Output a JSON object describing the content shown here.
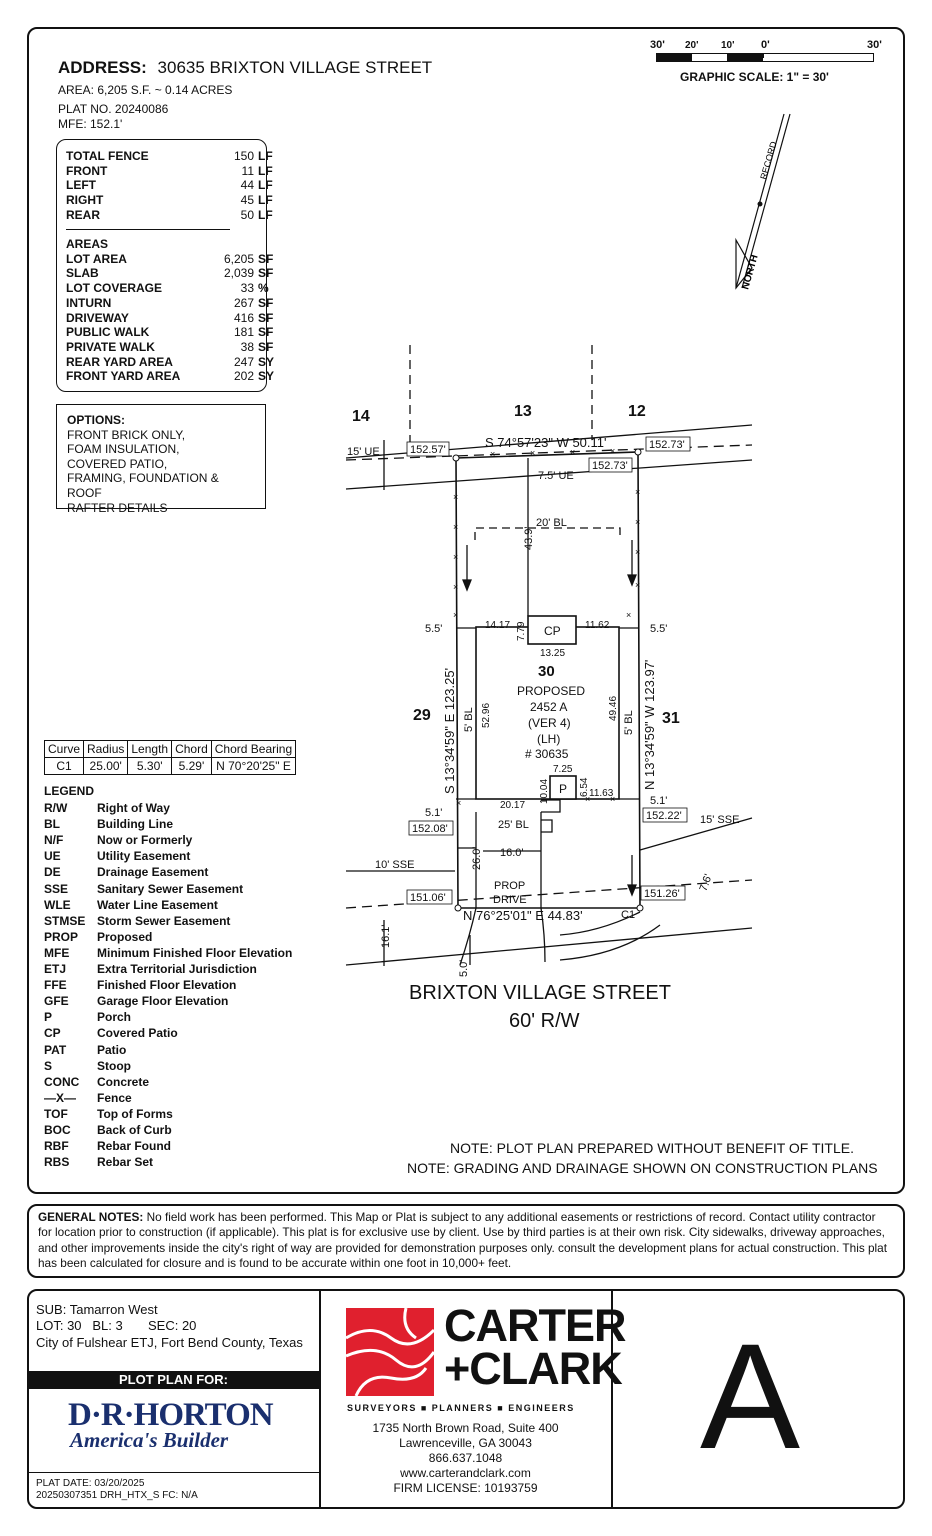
{
  "header": {
    "address_label": "ADDRESS:",
    "address_value": "30635 BRIXTON VILLAGE STREET",
    "area": "AREA: 6,205 S.F. ~ 0.14 ACRES",
    "plat_no": "PLAT NO. 20240086",
    "mfe": "MFE: 152.1'"
  },
  "scale": {
    "ticks": [
      "30'",
      "20'",
      "10'",
      "0'",
      "30'"
    ],
    "label": "GRAPHIC SCALE: 1\" = 30'"
  },
  "north_arrow": {
    "record": "RECORD",
    "north": "NORTH"
  },
  "fence_table": [
    {
      "label": "TOTAL FENCE",
      "value": "150",
      "unit": "LF"
    },
    {
      "label": "FRONT",
      "value": "11",
      "unit": "LF"
    },
    {
      "label": "LEFT",
      "value": "44",
      "unit": "LF"
    },
    {
      "label": "RIGHT",
      "value": "45",
      "unit": "LF"
    },
    {
      "label": "REAR",
      "value": "50",
      "unit": "LF"
    }
  ],
  "areas_title": "AREAS",
  "areas_table": [
    {
      "label": "LOT AREA",
      "value": "6,205",
      "unit": "SF"
    },
    {
      "label": "SLAB",
      "value": "2,039",
      "unit": "SF"
    },
    {
      "label": "LOT COVERAGE",
      "value": "33",
      "unit": "%"
    },
    {
      "label": "INTURN",
      "value": "267",
      "unit": "SF"
    },
    {
      "label": "DRIVEWAY",
      "value": "416",
      "unit": "SF"
    },
    {
      "label": "PUBLIC WALK",
      "value": "181",
      "unit": "SF"
    },
    {
      "label": "PRIVATE WALK",
      "value": "38",
      "unit": "SF"
    },
    {
      "label": "REAR YARD AREA",
      "value": "247",
      "unit": "SY"
    },
    {
      "label": "FRONT YARD AREA",
      "value": "202",
      "unit": "SY"
    }
  ],
  "options": {
    "title": "OPTIONS:",
    "lines": [
      "FRONT BRICK ONLY,",
      "FOAM INSULATION,",
      "COVERED PATIO,",
      "FRAMING, FOUNDATION & ROOF",
      "RAFTER DETAILS"
    ]
  },
  "curve_table": {
    "headers": [
      "Curve",
      "Radius",
      "Length",
      "Chord",
      "Chord Bearing"
    ],
    "row": [
      "C1",
      "25.00'",
      "5.30'",
      "5.29'",
      "N 70°20'25\" E"
    ]
  },
  "legend": {
    "title": "LEGEND",
    "items": [
      {
        "k": "R/W",
        "v": "Right of Way"
      },
      {
        "k": "BL",
        "v": "Building Line"
      },
      {
        "k": "N/F",
        "v": "Now or Formerly"
      },
      {
        "k": "UE",
        "v": "Utility Easement"
      },
      {
        "k": "DE",
        "v": "Drainage Easement"
      },
      {
        "k": "SSE",
        "v": "Sanitary Sewer Easement"
      },
      {
        "k": "WLE",
        "v": "Water Line Easement"
      },
      {
        "k": "STMSE",
        "v": "Storm Sewer Easement"
      },
      {
        "k": "PROP",
        "v": "Proposed"
      },
      {
        "k": "MFE",
        "v": "Minimum Finished Floor Elevation"
      },
      {
        "k": "ETJ",
        "v": "Extra Territorial Jurisdiction"
      },
      {
        "k": "FFE",
        "v": "Finished Floor Elevation"
      },
      {
        "k": "GFE",
        "v": "Garage Floor Elevation"
      },
      {
        "k": "P",
        "v": "Porch"
      },
      {
        "k": "CP",
        "v": "Covered Patio"
      },
      {
        "k": "PAT",
        "v": "Patio"
      },
      {
        "k": "S",
        "v": "Stoop"
      },
      {
        "k": "CONC",
        "v": "Concrete"
      },
      {
        "k": "—X—",
        "v": "Fence"
      },
      {
        "k": "TOF",
        "v": "Top of Forms"
      },
      {
        "k": "BOC",
        "v": "Back of Curb"
      },
      {
        "k": "RBF",
        "v": "Rebar Found"
      },
      {
        "k": "RBS",
        "v": "Rebar Set"
      }
    ]
  },
  "plan": {
    "lot_14": "14",
    "lot_13": "13",
    "lot_12": "12",
    "lot_29": "29",
    "lot_31": "31",
    "lot_30": "30",
    "rear_bearing": "S 74°57'23\" W 50.11'",
    "front_bearing": "N 76°25'01\" E  44.83'",
    "left_bearing": "S 13°34'59\" E 123.25'",
    "right_bearing": "N 13°34'59\" W  123.97'",
    "ue15": "15' UE",
    "ue75": "7.5' UE",
    "bl20": "20' BL",
    "bl25": "25' BL",
    "bl5_left": "5' BL",
    "bl5_right": "5' BL",
    "sse10": "10' SSE",
    "sse15": "15' SSE",
    "elev_tl": "152.57'",
    "elev_tr": "152.73'",
    "elev_tr2": "152.73'",
    "elev_ml": "152.08'",
    "elev_mr": "152.22'",
    "elev_bl": "151.06'",
    "elev_br": "151.26'",
    "dim_439": "43.9'",
    "dim_55l": "5.5'",
    "dim_55r": "5.5'",
    "dim_51l": "5.1'",
    "dim_51r": "5.1'",
    "dim_1417": "14.17",
    "dim_779": "7.79",
    "dim_1162": "11.62",
    "dim_1325": "13.25",
    "dim_5296": "52.96",
    "dim_4946": "49.46",
    "dim_725": "7.25",
    "dim_1004": "10.04",
    "dim_654": "6.54",
    "dim_1163": "11.63",
    "dim_2017": "20.17",
    "dim_26": "26.0'",
    "dim_16": "16.0'",
    "dim_161": "16.1'",
    "dim_50": "5.0'",
    "dim_76": "7.6'",
    "cp": "CP",
    "p": "P",
    "c1": "C1",
    "house_lines": [
      "PROPOSED",
      "2452 A",
      "(VER 4)",
      "(LH)",
      "# 30635"
    ],
    "prop_drive": [
      "PROP",
      "DRIVE"
    ]
  },
  "street": {
    "name": "BRIXTON VILLAGE STREET",
    "row": "60' R/W"
  },
  "notes": [
    "NOTE: PLOT PLAN PREPARED WITHOUT BENEFIT OF TITLE.",
    "NOTE: GRADING AND DRAINAGE SHOWN ON CONSTRUCTION PLANS"
  ],
  "general_notes": {
    "label": "GENERAL NOTES:",
    "text": "No field work has been performed. This Map or Plat is subject to any additional easements or restrictions of record. Contact utility contractor for location prior to construction (if applicable). This plat is for exclusive use by client. Use by third parties is at their own risk. City sidewalks, driveway approaches, and other improvements inside the city's right of way are provided for demonstration purposes only. consult the development plans for actual construction. This plat has been calculated for closure and is found to be accurate within one foot in 10,000+ feet."
  },
  "title_block": {
    "sub": "SUB: Tamarron West",
    "lot_line": "LOT: 30   BL: 3       SEC: 20",
    "city": "City of Fulshear ETJ, Fort Bend County, Texas",
    "plot_plan_for": "PLOT PLAN FOR:",
    "builder_name": "D·R·HORTON",
    "builder_tag": "America's Builder",
    "plat_date": "PLAT DATE:  03/20/2025",
    "job": "20250307351  DRH_HTX_S  FC: N/A",
    "company_line1": "CARTER",
    "company_line2": "+CLARK",
    "company_tagline": "SURVEYORS ■ PLANNERS ■ ENGINEERS",
    "address1": "1735 North Brown Road, Suite 400",
    "address2": "Lawrenceville, GA 30043",
    "phone": "866.637.1048",
    "web": "www.carterandclark.com",
    "license": "FIRM LICENSE: 10193759",
    "letter": "A"
  },
  "colors": {
    "brand_red": "#e0202e",
    "builder_blue": "#1a2f6e",
    "ink": "#111111"
  }
}
